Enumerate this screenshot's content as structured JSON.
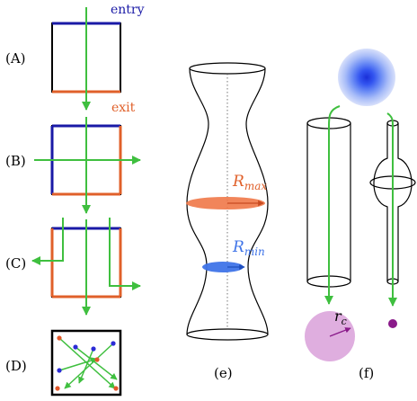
{
  "panels": {
    "A": "(A)",
    "B": "(B)",
    "C": "(C)",
    "D": "(D)",
    "e": "(e)",
    "f": "(f)"
  },
  "annotations": {
    "entry": "entry",
    "exit": "exit",
    "r_max_main": "R",
    "r_max_sub": "max",
    "r_min_main": "R",
    "r_min_sub": "min",
    "r_c_main": "r",
    "r_c_sub": "c"
  },
  "colors": {
    "entry_blue": "#1a1aa6",
    "exit_orange": "#e0602a",
    "arrow_green": "#3fbf3f",
    "rmax_orange": "#f07848",
    "rmin_blue": "#3f74e8",
    "sphere_pink": "#d9a0d9",
    "purple": "#8a1a8a",
    "point_red": "#e2572a",
    "point_blue": "#2b2bd6"
  }
}
